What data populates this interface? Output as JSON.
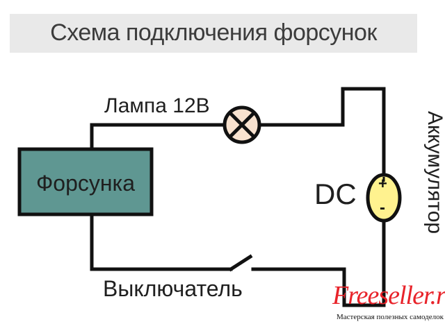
{
  "title": "Схема подключения форсунок",
  "labels": {
    "lamp": "Лампа 12В",
    "injector": "Форсунка",
    "dc": "DC",
    "battery": "Аккумулятор",
    "switch": "Выключатель",
    "battery_plus": "+",
    "battery_minus": "-"
  },
  "brand": {
    "name": "Freeseller.ru",
    "tagline": "Мастерская полезных самоделок"
  },
  "colors": {
    "wire": "#111111",
    "injector_fill": "#5f9792",
    "lamp_fill": "#f8e2cf",
    "battery_fill": "#fff28f",
    "title_bg": "#e9e9e9",
    "brand": "#e8232a"
  }
}
